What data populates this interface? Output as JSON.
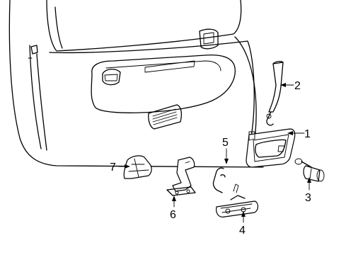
{
  "callouts": [
    {
      "id": "1",
      "label": "1"
    },
    {
      "id": "2",
      "label": "2"
    },
    {
      "id": "3",
      "label": "3"
    },
    {
      "id": "4",
      "label": "4"
    },
    {
      "id": "5",
      "label": "5"
    },
    {
      "id": "6",
      "label": "6"
    },
    {
      "id": "7",
      "label": "7"
    }
  ]
}
